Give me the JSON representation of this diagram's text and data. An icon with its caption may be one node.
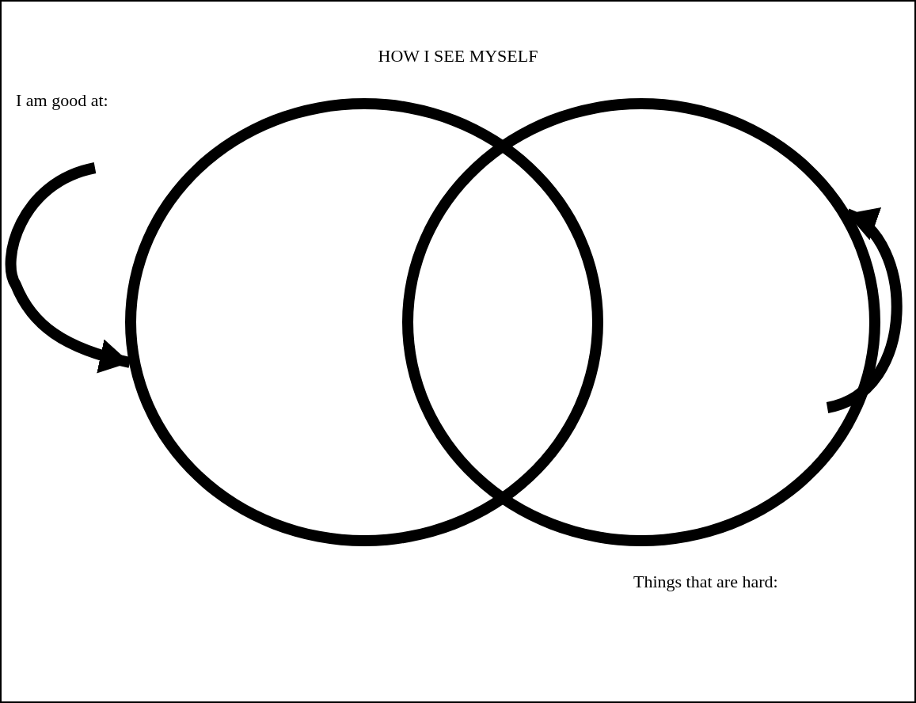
{
  "diagram": {
    "title": "HOW I SEE MYSELF",
    "nodes": [
      {
        "text": [
          "I am good at:"
        ]
      },
      {
        "text": [],
        "shape": "circle"
      },
      {
        "text": [],
        "shape": "circle"
      },
      {
        "text": [
          "Things that are hard:"
        ]
      }
    ],
    "edges": [
      {
        "from": null,
        "to": 1,
        "arrow": "to"
      },
      {
        "from": null,
        "to": 2,
        "arrow": "to"
      }
    ]
  }
}
